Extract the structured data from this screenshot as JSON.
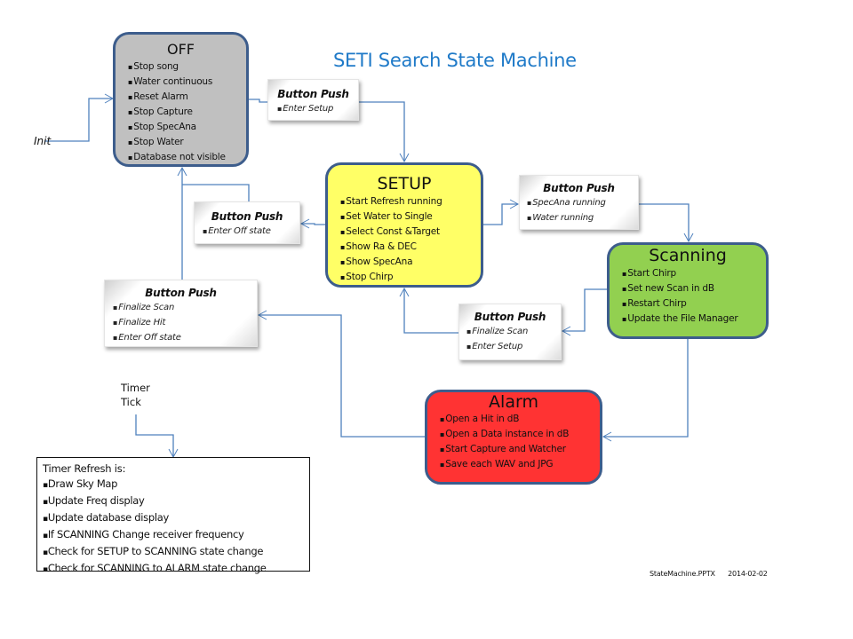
{
  "diagram": {
    "title": "SETI Search State Machine",
    "colors": {
      "title": "#1f7ac8",
      "connector": "#4f81bd",
      "state_border": "#3d5d8c",
      "off_fill": "#c0c0c0",
      "setup_fill": "#ffff66",
      "scanning_fill": "#92d050",
      "alarm_fill": "#ff3333"
    },
    "init_label": "Init",
    "states": {
      "off": {
        "title": "OFF",
        "actions": [
          "Stop song",
          "Water continuous",
          "Reset Alarm",
          "Stop Capture",
          "Stop SpecAna",
          "Stop Water",
          "Database not visible"
        ]
      },
      "setup": {
        "title": "SETUP",
        "actions": [
          "Start Refresh running",
          "Set Water to Single",
          "Select  Const &Target",
          "Show Ra & DEC",
          "Show SpecAna",
          "Stop Chirp"
        ]
      },
      "scanning": {
        "title": "Scanning",
        "actions": [
          "Start Chirp",
          "Set new Scan in dB",
          "Restart Chirp",
          "Update the File Manager"
        ]
      },
      "alarm": {
        "title": "Alarm",
        "actions": [
          "Open a Hit in dB",
          "Open a Data instance in dB",
          "Start Capture and Watcher",
          "Save each WAV and JPG"
        ]
      }
    },
    "transitions": [
      {
        "id": "off-to-setup",
        "title": "Button Push",
        "items": [
          "Enter Setup"
        ]
      },
      {
        "id": "setup-to-scanning",
        "title": "Button Push",
        "items": [
          "SpecAna  running",
          "Water running"
        ]
      },
      {
        "id": "setup-to-off",
        "title": "Button Push",
        "items": [
          "Enter Off state"
        ]
      },
      {
        "id": "alarm-to-off",
        "title": "Button Push",
        "items": [
          "Finalize Scan",
          "Finalize Hit",
          "Enter Off state"
        ]
      },
      {
        "id": "scanning-to-setup",
        "title": "Button Push",
        "items": [
          "Finalize Scan",
          "Enter Setup"
        ]
      }
    ],
    "timer": {
      "label_line1": "Timer",
      "label_line2": "Tick",
      "box_title": "Timer Refresh is:",
      "items": [
        "Draw Sky Map",
        "Update Freq display",
        "Update database display",
        "If SCANNING Change receiver frequency",
        "Check for SETUP to SCANNING state change",
        "Check for SCANNING to ALARM state change"
      ]
    },
    "footer": {
      "filename": "StateMachine.PPTX",
      "date": "2014-02-02"
    }
  }
}
